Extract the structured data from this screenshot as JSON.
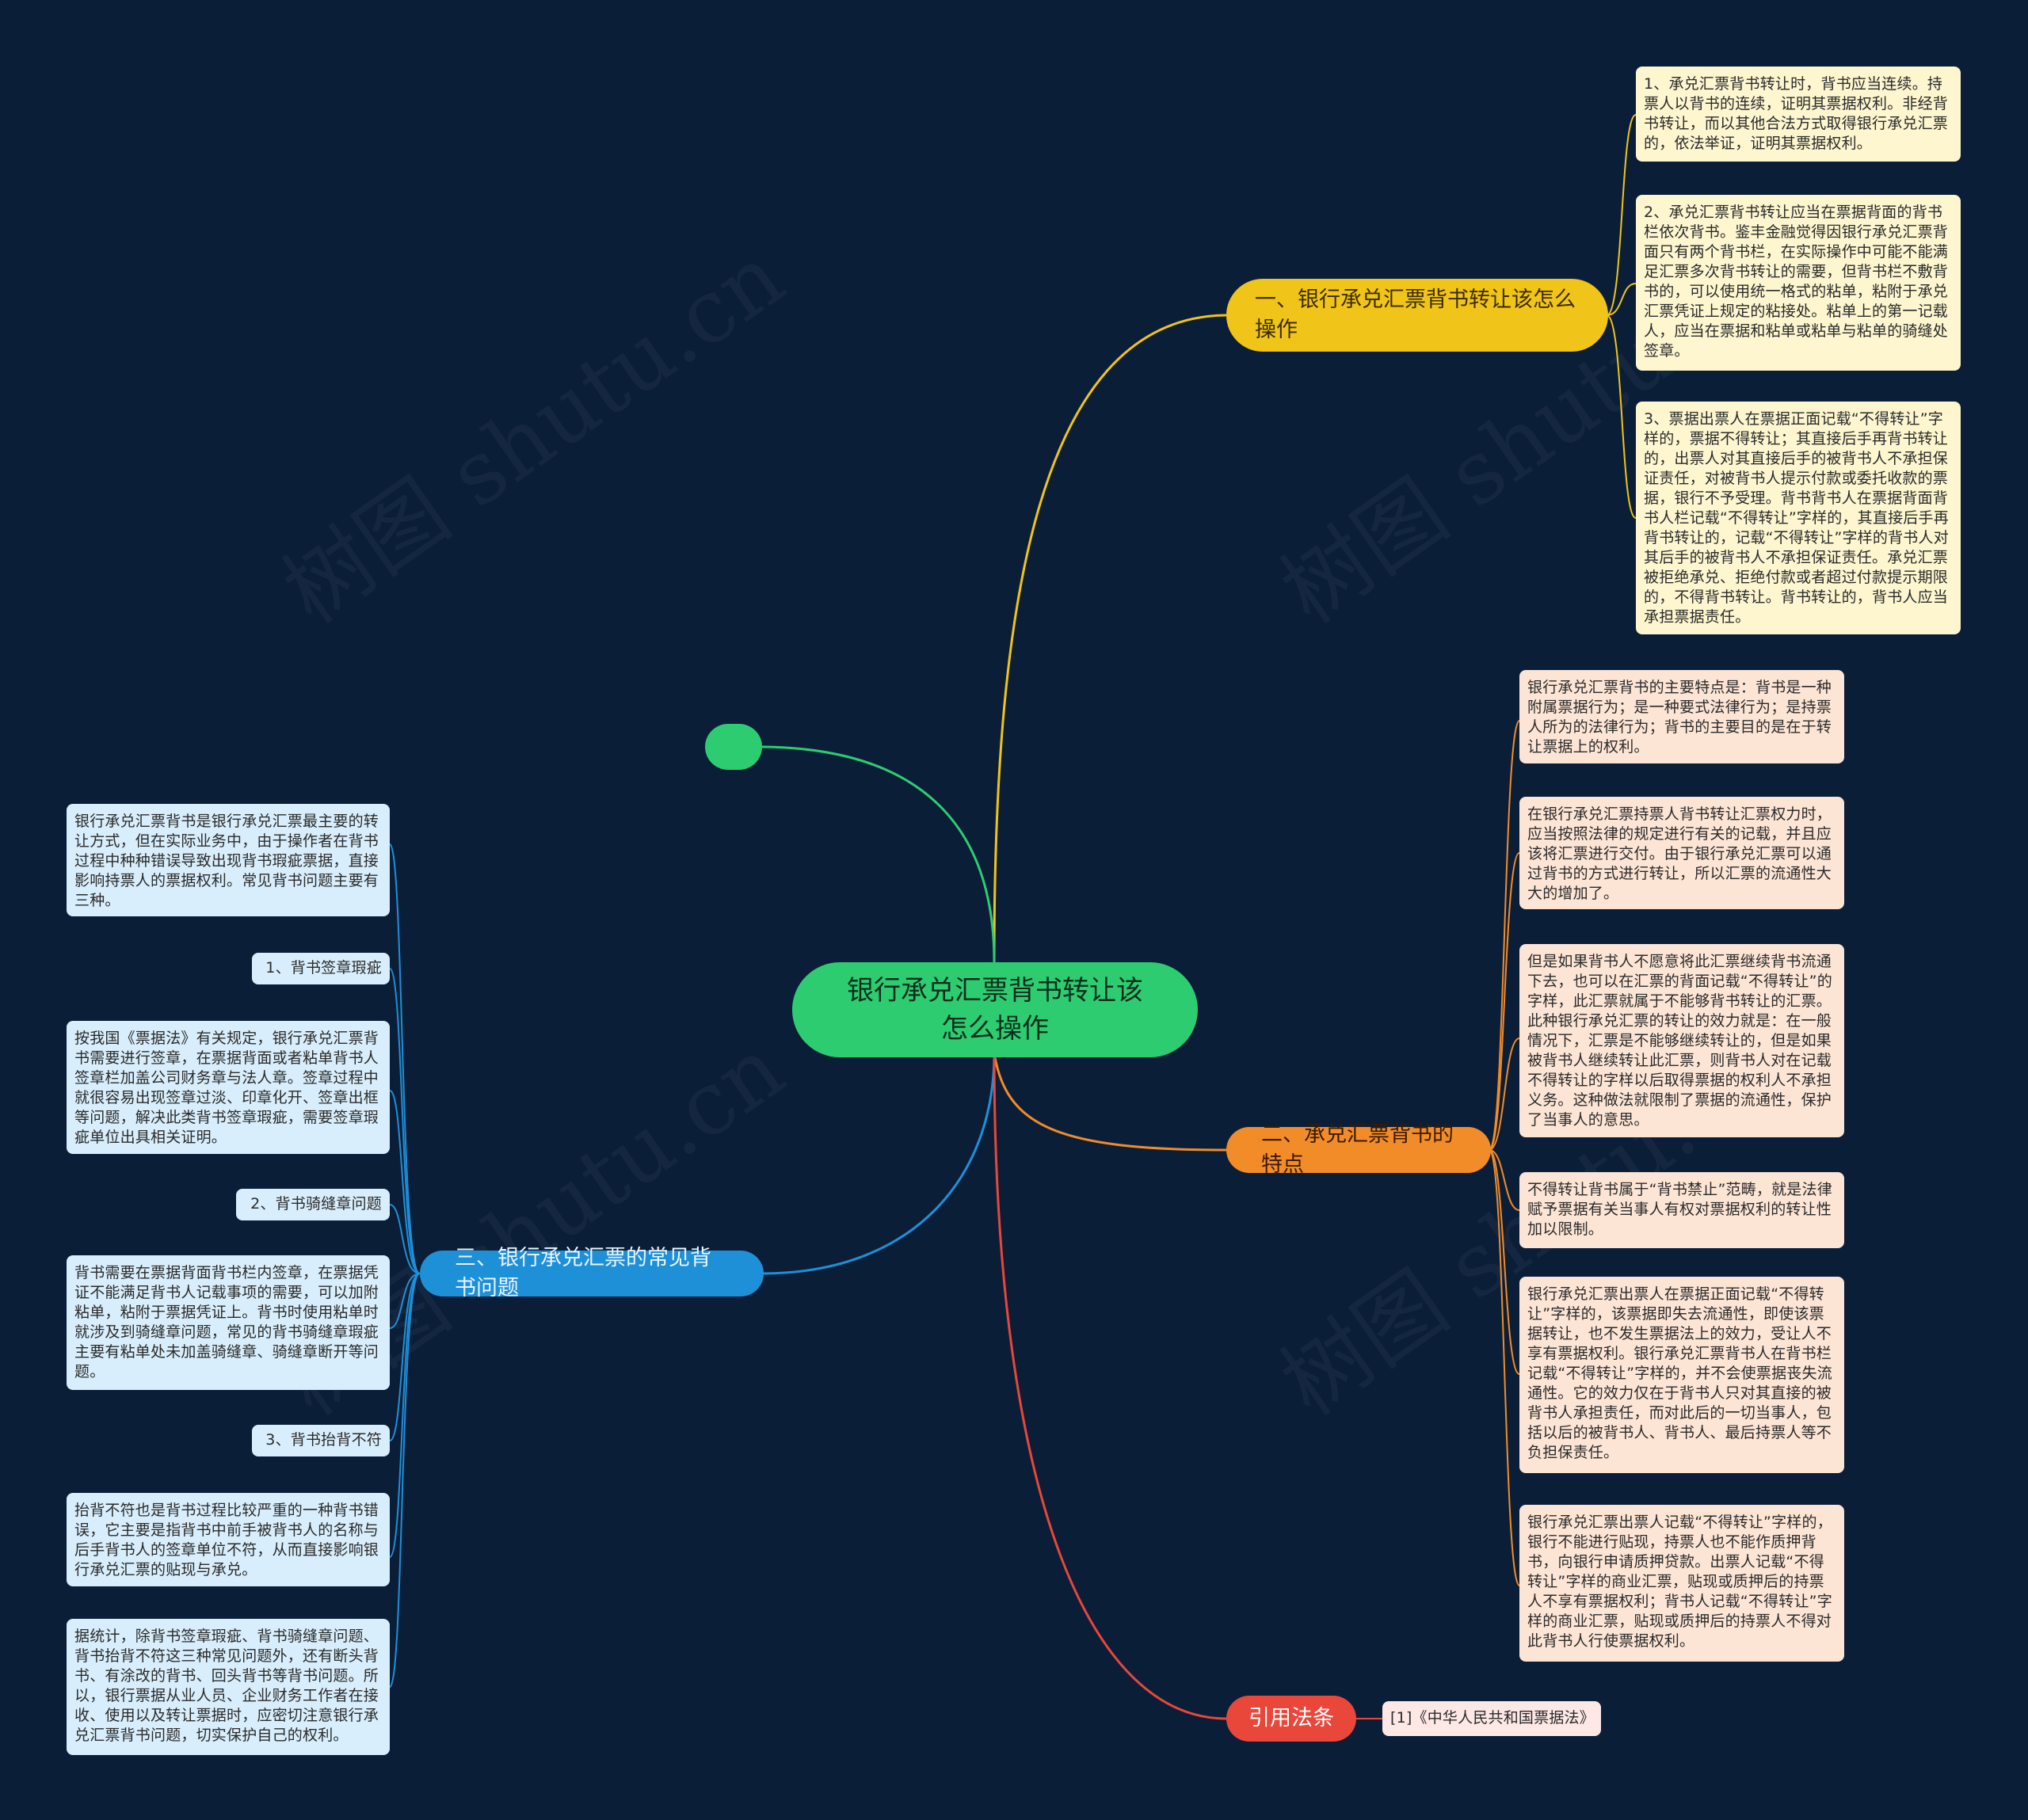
{
  "root": {
    "label": "银行承兑汇票背书转让该怎么操作",
    "line1": "银行承兑汇票背书转让该",
    "line2": "怎么操作"
  },
  "colors": {
    "background": "#0b1e38",
    "green": "#2ecc71",
    "yellow": "#f0c419",
    "orange": "#f28c28",
    "blue": "#1e90d8",
    "red": "#e8473a"
  },
  "branch1": {
    "label": "一、银行承兑汇票背书转让该怎么操作",
    "line1": "一、银行承兑汇票背书转让该怎么",
    "line2": "操作",
    "items": [
      "1、承兑汇票背书转让时，背书应当连续。持票人以背书的连续，证明其票据权利。非经背书转让，而以其他合法方式取得银行承兑汇票的，依法举证，证明其票据权利。",
      "2、承兑汇票背书转让应当在票据背面的背书栏依次背书。鉴丰金融觉得因银行承兑汇票背面只有两个背书栏，在实际操作中可能不能满足汇票多次背书转让的需要，但背书栏不敷背书的，可以使用统一格式的粘单，粘附于承兑汇票凭证上规定的粘接处。粘单上的第一记载人，应当在票据和粘单或粘单与粘单的骑缝处签章。",
      "3、票据出票人在票据正面记载“不得转让”字样的，票据不得转让；其直接后手再背书转让的，出票人对其直接后手的被背书人不承担保证责任，对被背书人提示付款或委托收款的票据，银行不予受理。背书背书人在票据背面背书人栏记载“不得转让”字样的，其直接后手再背书转让的，记载“不得转让”字样的背书人对其后手的被背书人不承担保证责任。承兑汇票被拒绝承兑、拒绝付款或者超过付款提示期限的，不得背书转让。背书转让的，背书人应当承担票据责任。"
    ]
  },
  "branch2": {
    "label": "二、承兑汇票背书的特点",
    "items": [
      "银行承兑汇票背书的主要特点是：背书是一种附属票据行为；是一种要式法律行为；是持票人所为的法律行为；背书的主要目的是在于转让票据上的权利。",
      "在银行承兑汇票持票人背书转让汇票权力时，应当按照法律的规定进行有关的记载，并且应该将汇票进行交付。由于银行承兑汇票可以通过背书的方式进行转让，所以汇票的流通性大大的增加了。",
      "但是如果背书人不愿意将此汇票继续背书流通下去，也可以在汇票的背面记载“不得转让”的字样，此汇票就属于不能够背书转让的汇票。此种银行承兑汇票的转让的效力就是：在一般情况下，汇票是不能够继续转让的，但是如果被背书人继续转让此汇票，则背书人对在记载不得转让的字样以后取得票据的权利人不承担义务。这种做法就限制了票据的流通性，保护了当事人的意思。",
      "不得转让背书属于“背书禁止”范畴，就是法律赋予票据有关当事人有权对票据权利的转让性加以限制。",
      "银行承兑汇票出票人在票据正面记载“不得转让”字样的，该票据即失去流通性，即使该票据转让，也不发生票据法上的效力，受让人不享有票据权利。银行承兑汇票背书人在背书栏记载“不得转让”字样的，并不会使票据丧失流通性。它的效力仅在于背书人只对其直接的被背书人承担责任，而对此后的一切当事人，包括以后的被背书人、背书人、最后持票人等不负担保责任。",
      "银行承兑汇票出票人记载“不得转让”字样的，银行不能进行贴现，持票人也不能作质押背书，向银行申请质押贷款。出票人记载“不得转让”字样的商业汇票，贴现或质押后的持票人不享有票据权利；背书人记载“不得转让”字样的商业汇票，贴现或质押后的持票人不得对此背书人行使票据权利。"
    ]
  },
  "branch3": {
    "label": "三、银行承兑汇票的常见背书问题",
    "items": [
      "银行承兑汇票背书是银行承兑汇票最主要的转让方式，但在实际业务中，由于操作者在背书过程中种种错误导致出现背书瑕疵票据，直接影响持票人的票据权利。常见背书问题主要有三种。",
      "1、背书签章瑕疵",
      "按我国《票据法》有关规定，银行承兑汇票背书需要进行签章，在票据背面或者粘单背书人签章栏加盖公司财务章与法人章。签章过程中就很容易出现签章过淡、印章化开、签章出框等问题，解决此类背书签章瑕疵，需要签章瑕疵单位出具相关证明。",
      "2、背书骑缝章问题",
      "背书需要在票据背面背书栏内签章，在票据凭证不能满足背书人记载事项的需要，可以加附粘单，粘附于票据凭证上。背书时使用粘单时就涉及到骑缝章问题，常见的背书骑缝章瑕疵主要有粘单处未加盖骑缝章、骑缝章断开等问题。",
      "3、背书抬背不符",
      "抬背不符也是背书过程比较严重的一种背书错误，它主要是指背书中前手被背书人的名称与后手背书人的签章单位不符，从而直接影响银行承兑汇票的贴现与承兑。",
      "据统计，除背书签章瑕疵、背书骑缝章问题、背书抬背不符这三种常见问题外，还有断头背书、有涂改的背书、回头背书等背书问题。所以，银行票据从业人员、企业财务工作者在接收、使用以及转让票据时，应密切注意银行承兑汇票背书问题，切实保护自己的权利。"
    ]
  },
  "branch4": {
    "label": "引用法条",
    "items": [
      "[1]《中华人民共和国票据法》"
    ]
  },
  "watermark": "树图 shutu.cn"
}
